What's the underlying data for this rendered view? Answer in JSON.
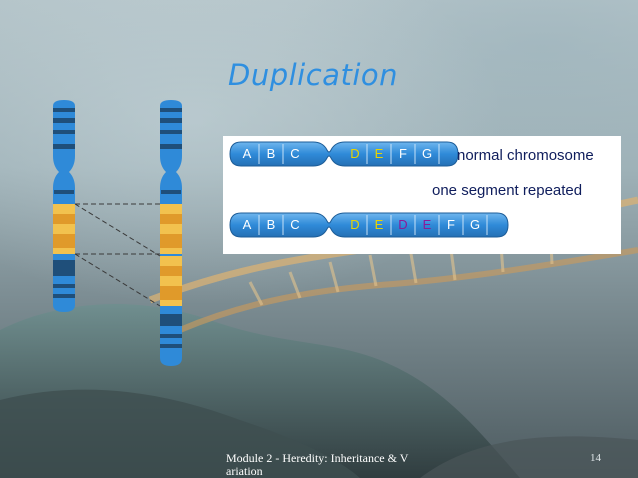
{
  "slide": {
    "title": "Duplication",
    "footer_text": "Module 2 - Heredity: Inheritance & V ariation",
    "page_number": "14"
  },
  "diagram": {
    "normal": {
      "caption": "normal chromosome",
      "segments": [
        {
          "label": "A",
          "color": "#ffffff"
        },
        {
          "label": "B",
          "color": "#ffffff"
        },
        {
          "label": "C",
          "color": "#ffffff"
        },
        {
          "label": "D",
          "color": "#e8d400"
        },
        {
          "label": "E",
          "color": "#e8d400"
        },
        {
          "label": "F",
          "color": "#ffffff"
        },
        {
          "label": "G",
          "color": "#ffffff"
        }
      ]
    },
    "duplicated": {
      "caption": "one segment repeated",
      "segments": [
        {
          "label": "A",
          "color": "#ffffff"
        },
        {
          "label": "B",
          "color": "#ffffff"
        },
        {
          "label": "C",
          "color": "#ffffff"
        },
        {
          "label": "D",
          "color": "#e8d400"
        },
        {
          "label": "E",
          "color": "#e8d400"
        },
        {
          "label": "D",
          "color": "#8a1a9a"
        },
        {
          "label": "E",
          "color": "#8a1a9a"
        },
        {
          "label": "F",
          "color": "#ffffff"
        },
        {
          "label": "G",
          "color": "#ffffff"
        }
      ]
    }
  },
  "colors": {
    "title": "#2f8fe0",
    "chromosome_blue": "#2f8ad8",
    "band_dark": "#1f4f7a",
    "band_orange": "#e09a2a",
    "band_yellow": "#f2c24e"
  }
}
